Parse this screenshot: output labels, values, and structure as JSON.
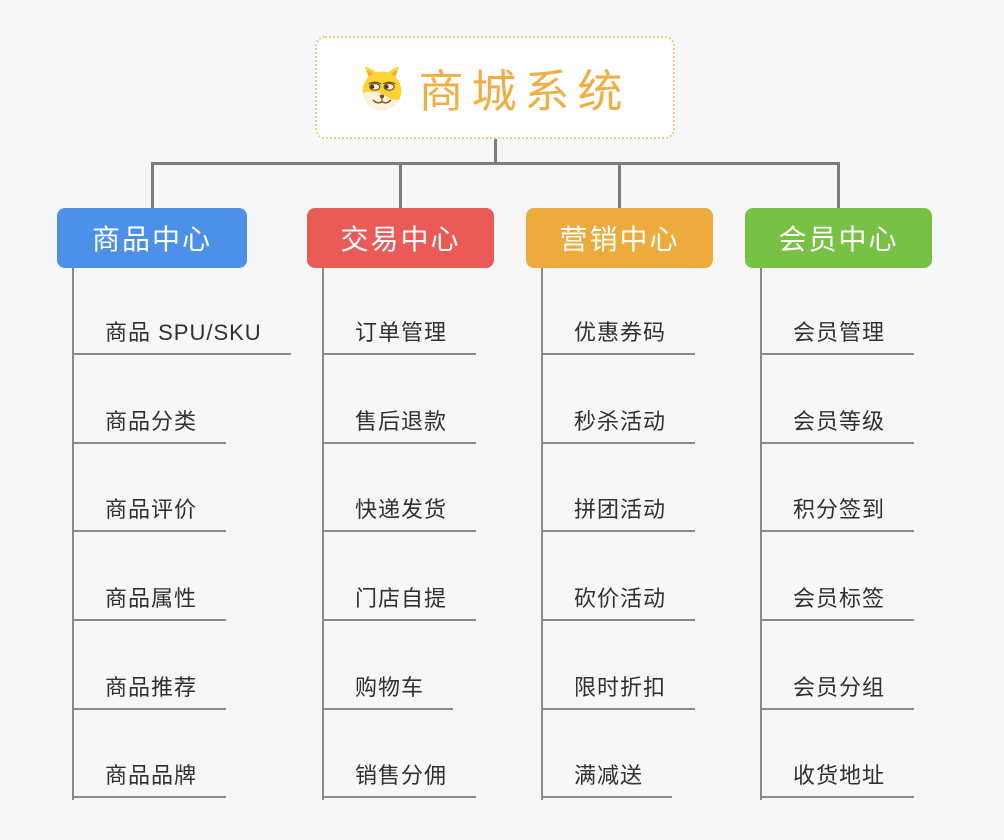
{
  "root": {
    "title": "商城系统",
    "title_color": "#F0AE44",
    "border_color": "#F5C983",
    "icon": "doge-face-icon"
  },
  "colors": {
    "background": "#F7F7F7",
    "connector": "#7D7D7D",
    "item_line": "#8A8A8A",
    "item_text": "#303030"
  },
  "branches": [
    {
      "label": "商品中心",
      "color": "#4D90E8",
      "items": [
        "商品 SPU/SKU",
        "商品分类",
        "商品评价",
        "商品属性",
        "商品推荐",
        "商品品牌"
      ]
    },
    {
      "label": "交易中心",
      "color": "#EA5B58",
      "items": [
        "订单管理",
        "售后退款",
        "快递发货",
        "门店自提",
        "购物车",
        "销售分佣"
      ]
    },
    {
      "label": "营销中心",
      "color": "#ECAB3C",
      "items": [
        "优惠券码",
        "秒杀活动",
        "拼团活动",
        "砍价活动",
        "限时折扣",
        "满减送"
      ]
    },
    {
      "label": "会员中心",
      "color": "#77C144",
      "items": [
        "会员管理",
        "会员等级",
        "积分签到",
        "会员标签",
        "会员分组",
        "收货地址"
      ]
    }
  ]
}
